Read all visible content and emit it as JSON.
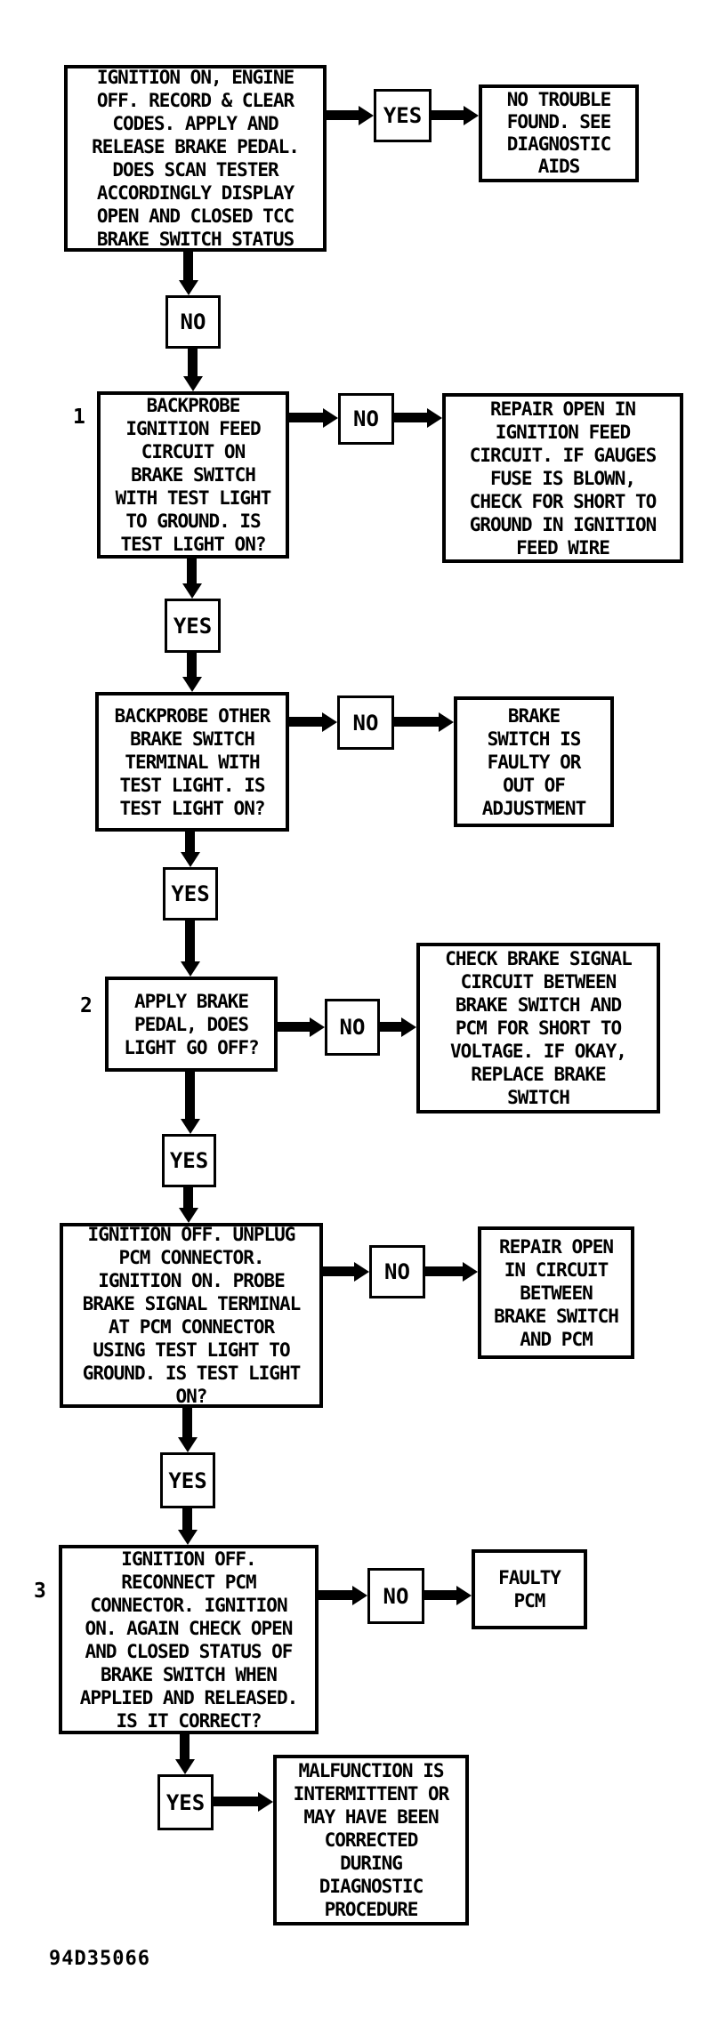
{
  "figure_code": "94D35066",
  "labels": {
    "yes": "YES",
    "no": "NO"
  },
  "step_labels": {
    "s1": "1",
    "s2": "2",
    "s3": "3"
  },
  "nodes": {
    "scan_test": {
      "text": "IGNITION ON, ENGINE\nOFF. RECORD & CLEAR\nCODES. APPLY AND\nRELEASE BRAKE PEDAL.\nDOES SCAN TESTER\nACCORDINGLY DISPLAY\nOPEN AND CLOSED TCC\nBRAKE SWITCH STATUS"
    },
    "no_trouble": {
      "text": "NO TROUBLE\nFOUND. SEE\nDIAGNOSTIC\nAIDS"
    },
    "backprobe_ignition": {
      "text": "BACKPROBE\nIGNITION FEED\nCIRCUIT ON\nBRAKE SWITCH\nWITH TEST LIGHT\nTO GROUND. IS\nTEST LIGHT ON?"
    },
    "repair_ignition_feed": {
      "text": "REPAIR OPEN IN\nIGNITION FEED\nCIRCUIT. IF GAUGES\nFUSE IS BLOWN,\nCHECK FOR SHORT TO\nGROUND IN IGNITION\nFEED WIRE"
    },
    "backprobe_other": {
      "text": "BACKPROBE OTHER\nBRAKE SWITCH\nTERMINAL WITH\nTEST LIGHT. IS\nTEST LIGHT ON?"
    },
    "brake_switch_faulty": {
      "text": "BRAKE\nSWITCH IS\nFAULTY OR\nOUT OF\nADJUSTMENT"
    },
    "apply_brake": {
      "text": "APPLY BRAKE\nPEDAL, DOES\nLIGHT GO OFF?"
    },
    "check_brake_signal": {
      "text": "CHECK BRAKE SIGNAL\nCIRCUIT BETWEEN\nBRAKE SWITCH AND\nPCM FOR SHORT TO\nVOLTAGE. IF OKAY,\nREPLACE BRAKE\nSWITCH"
    },
    "probe_pcm": {
      "text": "IGNITION OFF. UNPLUG\nPCM CONNECTOR.\nIGNITION ON. PROBE\nBRAKE SIGNAL TERMINAL\nAT PCM CONNECTOR\nUSING TEST LIGHT TO\nGROUND. IS TEST LIGHT\nON?"
    },
    "repair_open_circuit": {
      "text": "REPAIR OPEN\nIN CIRCUIT\nBETWEEN\nBRAKE SWITCH\nAND PCM"
    },
    "recheck_status": {
      "text": "IGNITION OFF.\nRECONNECT PCM\nCONNECTOR. IGNITION\nON. AGAIN CHECK OPEN\nAND CLOSED STATUS OF\nBRAKE SWITCH WHEN\nAPPLIED AND RELEASED.\nIS IT CORRECT?"
    },
    "faulty_pcm": {
      "text": "FAULTY\nPCM"
    },
    "malfunction_intermittent": {
      "text": "MALFUNCTION IS\nINTERMITTENT OR\nMAY HAVE BEEN\nCORRECTED\nDURING\nDIAGNOSTIC\nPROCEDURE"
    }
  }
}
